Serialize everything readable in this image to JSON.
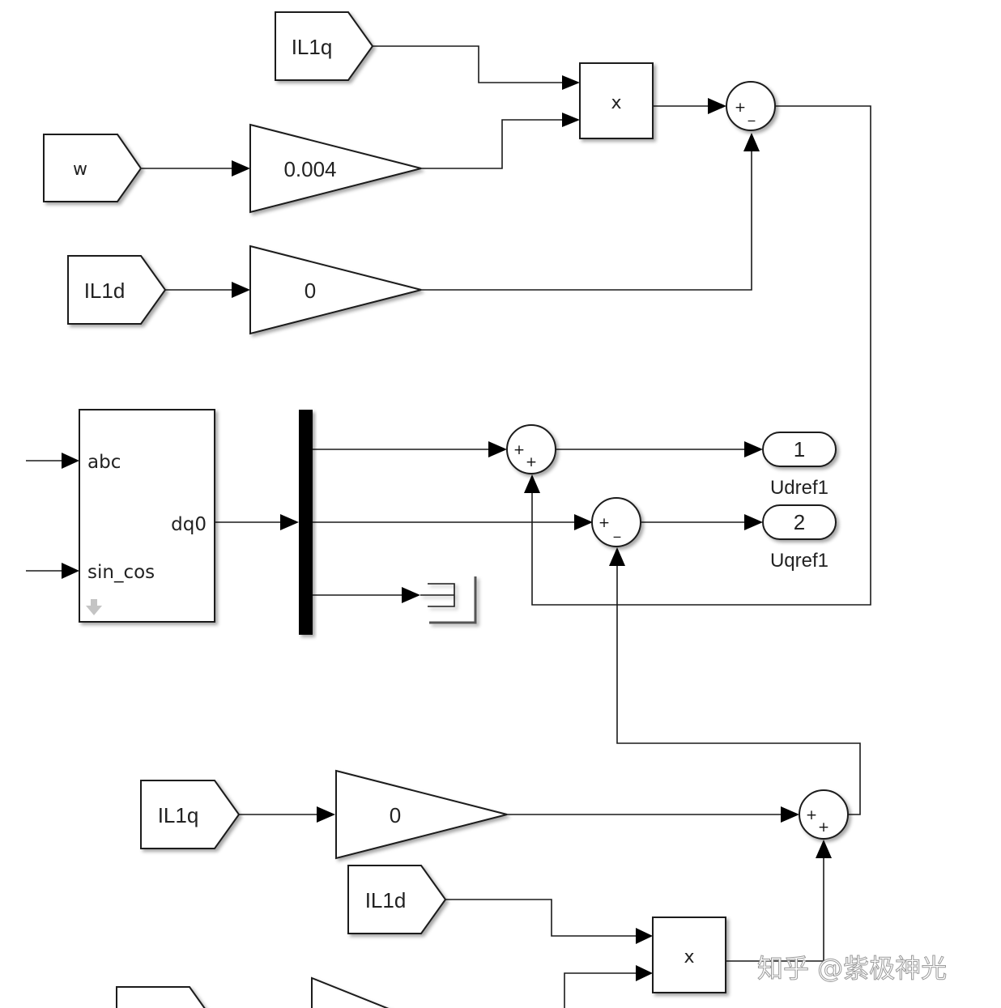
{
  "diagram": {
    "type": "simulink-block-diagram",
    "goto_from_tags": {
      "top_il1q": "IL1q",
      "top_w": "w",
      "top_il1d": "IL1d",
      "bottom_il1q": "IL1q",
      "bottom_il1d": "IL1d"
    },
    "gains": {
      "gain_w": "0.004",
      "gain_il1d": "0",
      "gain_il1q": "0"
    },
    "products": {
      "top": "x",
      "bottom": "x"
    },
    "sums": {
      "top": {
        "sign1": "+",
        "sign2": "_"
      },
      "middle_d": {
        "sign1": "+",
        "sign2": "+"
      },
      "middle_q": {
        "sign1": "+",
        "sign2": "_"
      },
      "bottom": {
        "sign1": "+",
        "sign2": "+"
      }
    },
    "transform_block": {
      "input1": "abc",
      "input2": "sin_cos",
      "output": "dq0"
    },
    "outports": [
      {
        "number": "1",
        "name": "Udref1"
      },
      {
        "number": "2",
        "name": "Uqref1"
      }
    ]
  },
  "watermark": "知乎 @紫极神光"
}
